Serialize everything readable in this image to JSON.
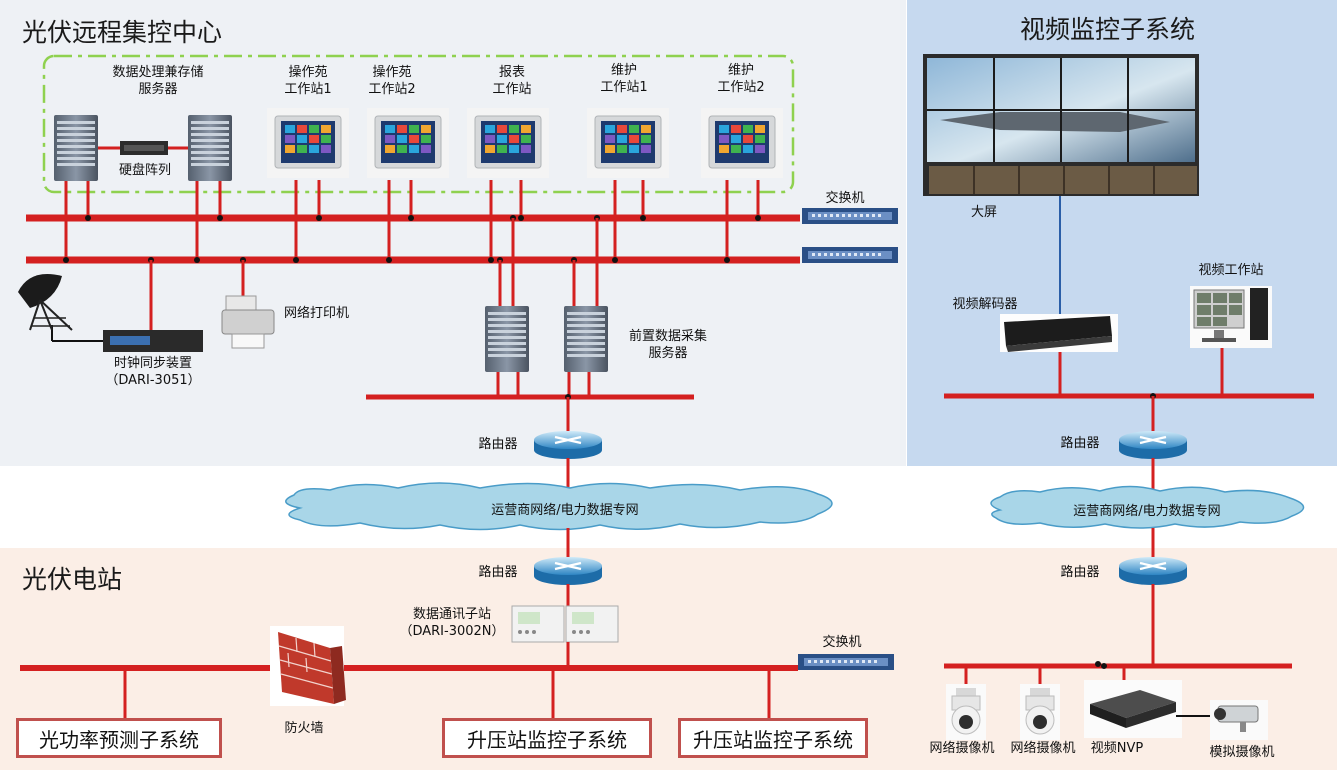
{
  "center": {
    "title": "光伏远程集控中心",
    "storage_server": [
      "数据处理兼存储",
      "服务器"
    ],
    "disk_array": "硬盘阵列",
    "ops_ws1": [
      "操作苑",
      "工作站1"
    ],
    "ops_ws2": [
      "操作苑",
      "工作站2"
    ],
    "report_ws": [
      "报表",
      "工作站"
    ],
    "maint_ws1": [
      "维护",
      "工作站1"
    ],
    "maint_ws2": [
      "维护",
      "工作站2"
    ],
    "switch": "交换机",
    "printer": "网络打印机",
    "clock": [
      "时钟同步装置",
      "（DARI-3051）"
    ],
    "frontend_server": [
      "前置数据采集",
      "服务器"
    ],
    "router": "路由器"
  },
  "video": {
    "title": "视频监控子系统",
    "big_screen": "大屏",
    "decoder": "视频解码器",
    "workstation": "视频工作站",
    "router": "路由器",
    "router_site": "路由器",
    "cam1": "网络摄像机",
    "cam2": "网络摄像机",
    "nvp": "视频NVP",
    "analog_cam": "模拟摄像机"
  },
  "network": {
    "cloud_left": "运营商网络/电力数据专网",
    "cloud_right": "运营商网络/电力数据专网"
  },
  "station": {
    "title": "光伏电站",
    "router": "路由器",
    "comm_substation": [
      "数据通讯子站",
      "（DARI-3002N）"
    ],
    "switch": "交换机",
    "firewall": "防火墙",
    "box1": "光功率预测子系统",
    "box2": "升压站监控子系统",
    "box3": "升压站监控子系统"
  },
  "colors": {
    "bus_red": "#d42020",
    "center_bg": "#eef1f5",
    "video_bg": "#c6d9ef",
    "station_bg": "#fbeee6",
    "dash_green": "#8fd14f",
    "cloud_fill": "#a9d6e8"
  }
}
